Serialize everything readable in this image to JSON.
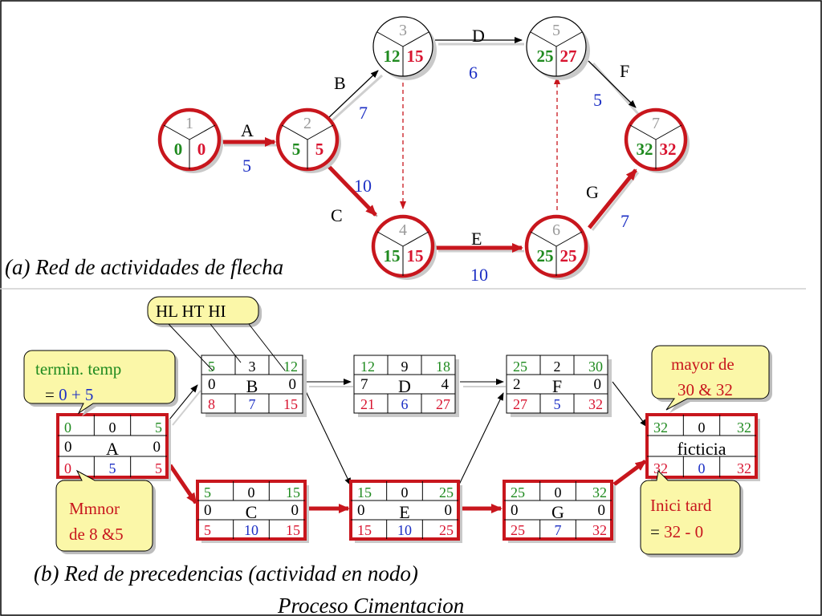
{
  "colors": {
    "critical": "#c8161d",
    "green": "#1f8a1f",
    "red": "#d8132f",
    "blue": "#1c2fc4",
    "grey": "#9a9a9a",
    "callout_fill": "#fbf7a8"
  },
  "arrow_net": {
    "nodes": [
      {
        "id": "1",
        "es": "0",
        "lf": "0",
        "critical": true
      },
      {
        "id": "2",
        "es": "5",
        "lf": "5",
        "critical": true
      },
      {
        "id": "3",
        "es": "12",
        "lf": "15",
        "critical": false
      },
      {
        "id": "4",
        "es": "15",
        "lf": "15",
        "critical": true
      },
      {
        "id": "5",
        "es": "25",
        "lf": "27",
        "critical": false
      },
      {
        "id": "6",
        "es": "25",
        "lf": "25",
        "critical": true
      },
      {
        "id": "7",
        "es": "32",
        "lf": "32",
        "critical": true
      }
    ],
    "activities": [
      {
        "label": "A",
        "duration": "5"
      },
      {
        "label": "B",
        "duration": "7"
      },
      {
        "label": "C",
        "duration": "10"
      },
      {
        "label": "D",
        "duration": "6"
      },
      {
        "label": "E",
        "duration": "10"
      },
      {
        "label": "F",
        "duration": "5"
      },
      {
        "label": "G",
        "duration": "7"
      }
    ],
    "caption": "(a) Red de actividades de flecha"
  },
  "node_net": {
    "boxes": [
      {
        "name": "A",
        "es": "0",
        "ef_top": "0",
        "ef": "5",
        "left": "0",
        "right": "0",
        "ls": "0",
        "dur": "5",
        "lf": "5"
      },
      {
        "name": "B",
        "es": "5",
        "ef_top": "3",
        "ef": "12",
        "left": "0",
        "right": "0",
        "ls": "8",
        "dur": "7",
        "lf": "15"
      },
      {
        "name": "C",
        "es": "5",
        "ef_top": "0",
        "ef": "15",
        "left": "0",
        "right": "0",
        "ls": "5",
        "dur": "10",
        "lf": "15"
      },
      {
        "name": "D",
        "es": "12",
        "ef_top": "9",
        "ef": "18",
        "left": "7",
        "right": "4",
        "ls": "21",
        "dur": "6",
        "lf": "27"
      },
      {
        "name": "E",
        "es": "15",
        "ef_top": "0",
        "ef": "25",
        "left": "0",
        "right": "0",
        "ls": "15",
        "dur": "10",
        "lf": "25"
      },
      {
        "name": "F",
        "es": "25",
        "ef_top": "2",
        "ef": "30",
        "left": "2",
        "right": "0",
        "ls": "27",
        "dur": "5",
        "lf": "32"
      },
      {
        "name": "G",
        "es": "25",
        "ef_top": "0",
        "ef": "32",
        "left": "0",
        "right": "0",
        "ls": "25",
        "dur": "7",
        "lf": "32"
      },
      {
        "name": "ficticia",
        "es": "32",
        "ef_top": "0",
        "ef": "32",
        "left": "",
        "right": "",
        "ls": "32",
        "dur": "0",
        "lf": "32"
      }
    ],
    "callouts": {
      "hl": "HL  HT  HI",
      "termin_l1": "termin. temp",
      "termin_l2a": "= ",
      "termin_l2b": "0 + 5",
      "mayor_l1": "mayor de",
      "mayor_l2": "30 & 32",
      "mmnor_l1": "Mmnor",
      "mmnor_l2": "de 8 &5",
      "inici_l1": "Inici tard",
      "inici_l2a": "= ",
      "inici_l2b": "32 - 0"
    },
    "caption": "(b) Red de precedencias (actividad en nodo)",
    "footer": "Proceso Cimentacion"
  }
}
